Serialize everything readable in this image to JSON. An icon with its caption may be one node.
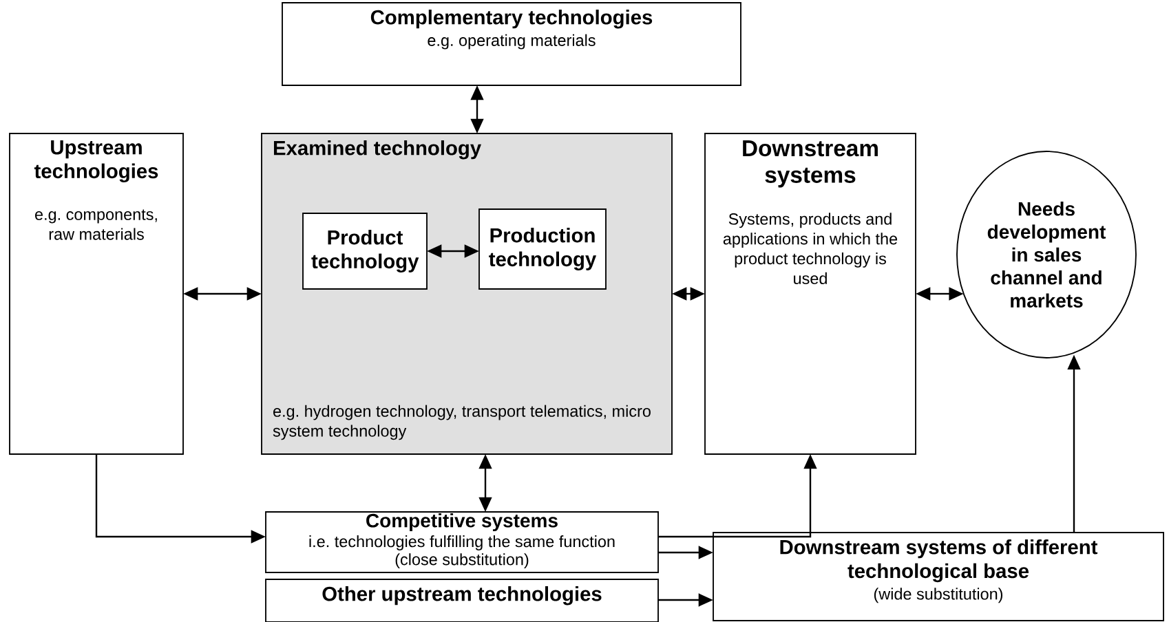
{
  "diagram": {
    "nodes": [
      {
        "text": [
          "Complementary technologies",
          "e.g. operating materials"
        ]
      },
      {
        "text": [
          "Upstream technologies",
          "e.g. components, raw materials"
        ]
      },
      {
        "text": [
          "Examined technology",
          "e.g. hydrogen technology, transport telematics, micro system technology"
        ]
      },
      {
        "text": [
          "Product technology"
        ],
        "in": 2
      },
      {
        "text": [
          "Production technology"
        ],
        "in": 2
      },
      {
        "text": [
          "Downstream systems",
          "Systems, products and applications in which the product technology is used"
        ]
      },
      {
        "text": [
          "Needs development in sales channel and markets"
        ]
      },
      {
        "text": [
          "Competitive systems",
          "i.e. technologies fulfilling the same function (close substitution)"
        ]
      },
      {
        "text": [
          "Downstream systems of different technological base",
          "(wide substitution)"
        ]
      },
      {
        "text": [
          "Other upstream technologies"
        ]
      }
    ],
    "edges": [
      {
        "from": 0,
        "to": 2,
        "arrow": "both"
      },
      {
        "from": 1,
        "to": 2,
        "arrow": "both"
      },
      {
        "from": 3,
        "to": 4,
        "arrow": "both"
      },
      {
        "from": 2,
        "to": 5,
        "arrow": "both"
      },
      {
        "from": 5,
        "to": 6,
        "arrow": "both"
      },
      {
        "from": 2,
        "to": 7,
        "arrow": "both"
      },
      {
        "from": 1,
        "to": 7,
        "arrow": "to"
      },
      {
        "from": 7,
        "to": 5,
        "arrow": "to"
      },
      {
        "from": 7,
        "to": 8,
        "arrow": "to"
      },
      {
        "from": 9,
        "to": 8,
        "arrow": "to"
      },
      {
        "from": 8,
        "to": 6,
        "arrow": "to"
      }
    ]
  }
}
